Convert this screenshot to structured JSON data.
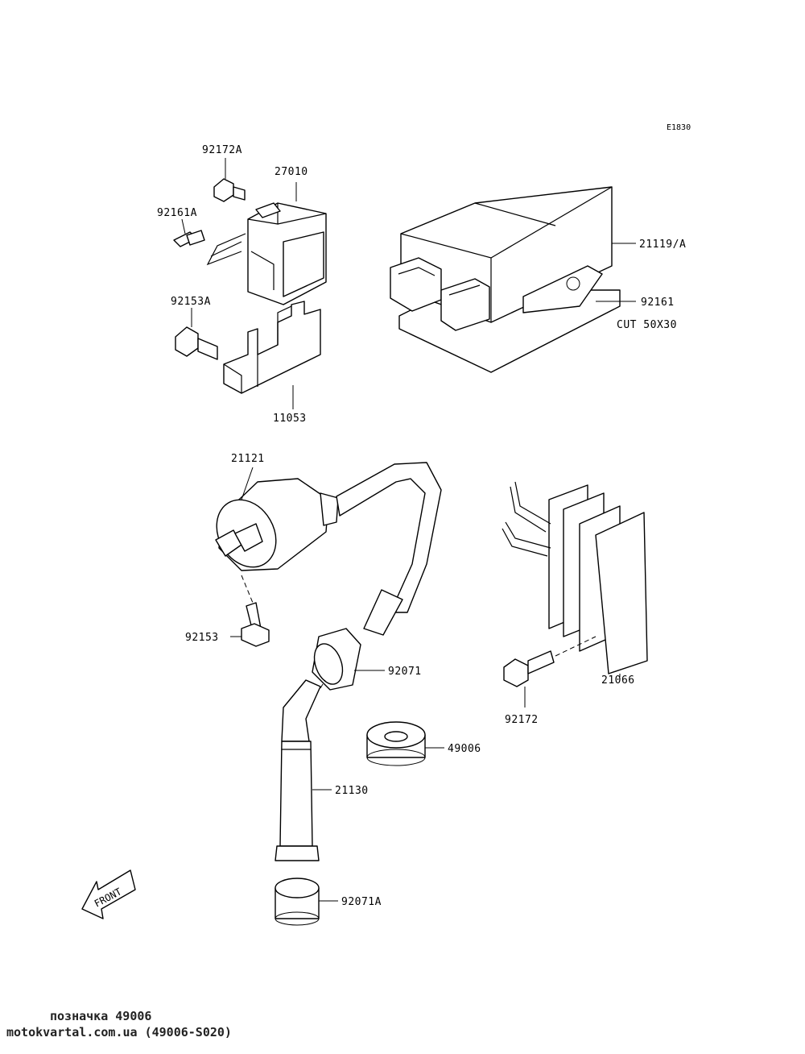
{
  "diagram": {
    "code": "E1830",
    "labels": {
      "p92172A": "92172A",
      "p27010": "27010",
      "p92161A": "92161A",
      "p92153A": "92153A",
      "p11053": "11053",
      "p21119A": "21119/A",
      "p92161": "92161",
      "cut": "CUT 50X30",
      "p21121": "21121",
      "p92153": "92153",
      "p92071": "92071",
      "p21066": "21066",
      "p92172": "92172",
      "p49006": "49006",
      "p21130": "21130",
      "p92071A": "92071A",
      "front": "FRONT"
    }
  },
  "footer": {
    "line1": "позначка 49006",
    "line2": "motokvartal.com.ua (49006-S020)"
  }
}
